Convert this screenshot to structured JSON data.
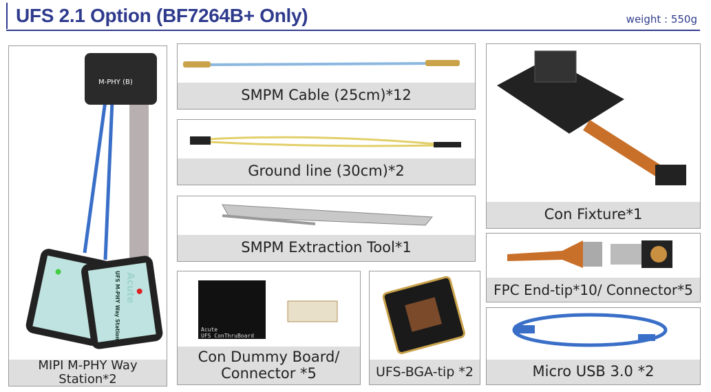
{
  "header": {
    "title": "UFS 2.1 Option (BF7264B+ Only)",
    "weight": "weight : 550g"
  },
  "items": [
    {
      "label": "MIPI M-PHY Way Station*2",
      "image_text": [
        "M-PHY (B)",
        "UFS M-PHY Way Station",
        "Acute"
      ]
    },
    {
      "label": "SMPM Cable (25cm)*12"
    },
    {
      "label": "Ground line (30cm)*2"
    },
    {
      "label": "SMPM Extraction Tool*1"
    },
    {
      "label_line1": "Con Dummy Board/",
      "label_line2": "Connector *5",
      "image_text": [
        "Acute",
        "UFS ConThruBoard"
      ]
    },
    {
      "label": "UFS-BGA-tip *2"
    },
    {
      "label": "Con Fixture*1"
    },
    {
      "label": "FPC End-tip*10/ Connector*5"
    },
    {
      "label": "Micro USB 3.0 *2"
    }
  ],
  "colors": {
    "title": "#2e3a8c",
    "label_bg": "#dedede",
    "cable_blue": "#3a6fc8",
    "pcb": "#1a1a1a",
    "flex": "#c8702a"
  }
}
